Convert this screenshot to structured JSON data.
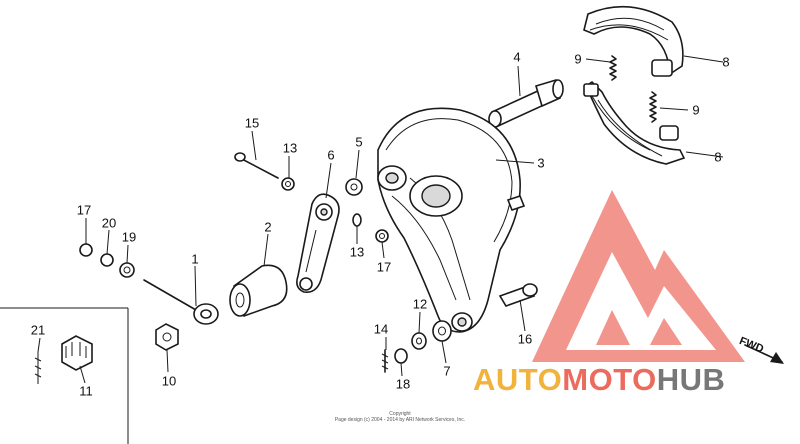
{
  "callouts": [
    {
      "id": "1",
      "label": "1"
    },
    {
      "id": "2",
      "label": "2"
    },
    {
      "id": "3",
      "label": "3"
    },
    {
      "id": "4",
      "label": "4"
    },
    {
      "id": "5",
      "label": "5"
    },
    {
      "id": "6",
      "label": "6"
    },
    {
      "id": "7",
      "label": "7"
    },
    {
      "id": "8a",
      "label": "8"
    },
    {
      "id": "8b",
      "label": "8"
    },
    {
      "id": "9a",
      "label": "9"
    },
    {
      "id": "9b",
      "label": "9"
    },
    {
      "id": "10",
      "label": "10"
    },
    {
      "id": "11",
      "label": "11"
    },
    {
      "id": "12",
      "label": "12"
    },
    {
      "id": "13a",
      "label": "13"
    },
    {
      "id": "13b",
      "label": "13"
    },
    {
      "id": "14",
      "label": "14"
    },
    {
      "id": "15",
      "label": "15"
    },
    {
      "id": "16",
      "label": "16"
    },
    {
      "id": "17a",
      "label": "17"
    },
    {
      "id": "17b",
      "label": "17"
    },
    {
      "id": "18",
      "label": "18"
    },
    {
      "id": "19",
      "label": "19"
    },
    {
      "id": "20",
      "label": "20"
    },
    {
      "id": "21",
      "label": "21"
    }
  ],
  "direction_label": "FWD",
  "copyright": {
    "line1": "Copyright",
    "line2": "Page design (c) 2004 - 2014 by ARI Network Services, Inc."
  },
  "watermark": {
    "word1": "AUTO",
    "word2": "MOTO",
    "word3": "HUB",
    "colors": {
      "triangle": "#f0837a",
      "auto": "#f2b33d",
      "moto": "#ec6b5f",
      "hub": "#777777"
    }
  }
}
